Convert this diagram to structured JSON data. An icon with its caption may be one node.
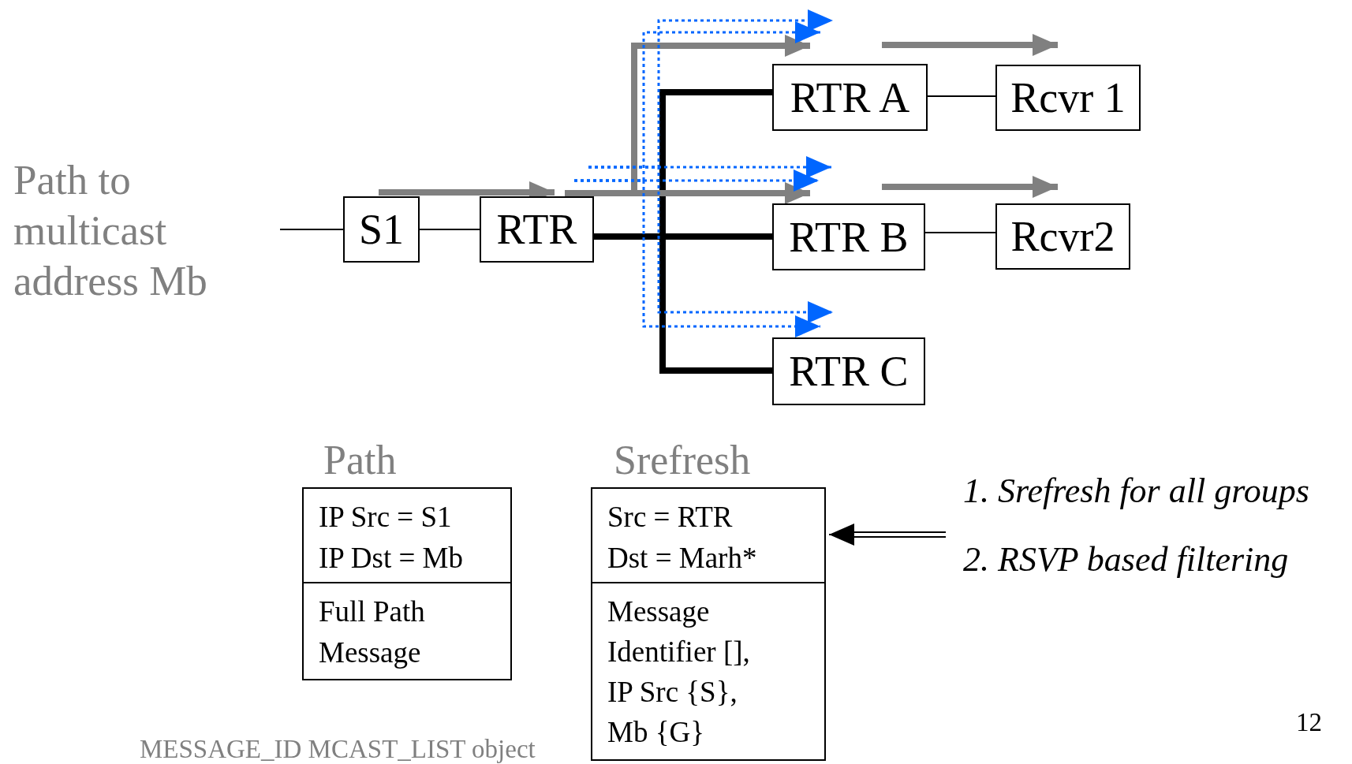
{
  "diagram": {
    "nodes": [
      {
        "text": [
          "S1"
        ]
      },
      {
        "text": [
          "RTR"
        ]
      },
      {
        "text": [
          "RTR A"
        ]
      },
      {
        "text": [
          "Rcvr 1"
        ]
      },
      {
        "text": [
          "RTR B"
        ]
      },
      {
        "text": [
          "Rcvr2"
        ]
      },
      {
        "text": [
          "RTR C"
        ]
      },
      {
        "text": [
          "Path",
          "IP Src = S1 IP Dst = Mb"
        ]
      },
      {
        "text": [
          "Full Path Message"
        ]
      },
      {
        "text": [
          "Srefresh",
          "Src = RTR Dst = Marh*"
        ]
      },
      {
        "text": [
          "Message Identifier [], IP Src {S}, Mb {G}"
        ]
      }
    ],
    "edges": [
      {
        "from": null,
        "to": 0,
        "arrow": "none"
      },
      {
        "from": 0,
        "to": 1,
        "arrow": "none"
      },
      {
        "from": 1,
        "to": 2,
        "arrow": "none",
        "style": "thick"
      },
      {
        "from": 1,
        "to": 4,
        "arrow": "none",
        "style": "thick"
      },
      {
        "from": 1,
        "to": 6,
        "arrow": "none",
        "style": "thick"
      },
      {
        "from": 2,
        "to": 3,
        "arrow": "none"
      },
      {
        "from": 4,
        "to": 5,
        "arrow": "none"
      },
      {
        "from": null,
        "to": 9,
        "arrow": "to"
      },
      {
        "from": 0,
        "to": 1,
        "arrow": "to",
        "style": "thick",
        "color": "#808080"
      },
      {
        "from": 1,
        "to": 4,
        "arrow": "to",
        "style": "thick",
        "color": "#808080"
      },
      {
        "from": 1,
        "to": 2,
        "arrow": "to",
        "style": "thick",
        "color": "#808080"
      },
      {
        "from": 2,
        "to": 3,
        "arrow": "to",
        "style": "thick",
        "color": "#808080"
      },
      {
        "from": 4,
        "to": 5,
        "arrow": "to",
        "style": "thick",
        "color": "#808080"
      },
      {
        "from": 1,
        "to": 2,
        "arrow": "to",
        "style": "dashed",
        "color": "#0066ff"
      },
      {
        "from": 1,
        "to": 4,
        "arrow": "to",
        "style": "dashed",
        "color": "#0066ff"
      },
      {
        "from": 1,
        "to": 6,
        "arrow": "to",
        "style": "dashed",
        "color": "#0066ff"
      },
      {
        "from": 1,
        "to": 2,
        "arrow": "to",
        "style": "dashed",
        "color": "#0066ff"
      },
      {
        "from": 1,
        "to": 4,
        "arrow": "to",
        "style": "dashed",
        "color": "#0066ff"
      },
      {
        "from": 1,
        "to": 6,
        "arrow": "to",
        "style": "dashed",
        "color": "#0066ff"
      }
    ],
    "labels": [
      "Path to multicast address Mb",
      "1. Srefresh for all groups",
      "2. RSVP based filtering",
      "MESSAGE_ID MCAST_LIST object",
      "12"
    ]
  }
}
